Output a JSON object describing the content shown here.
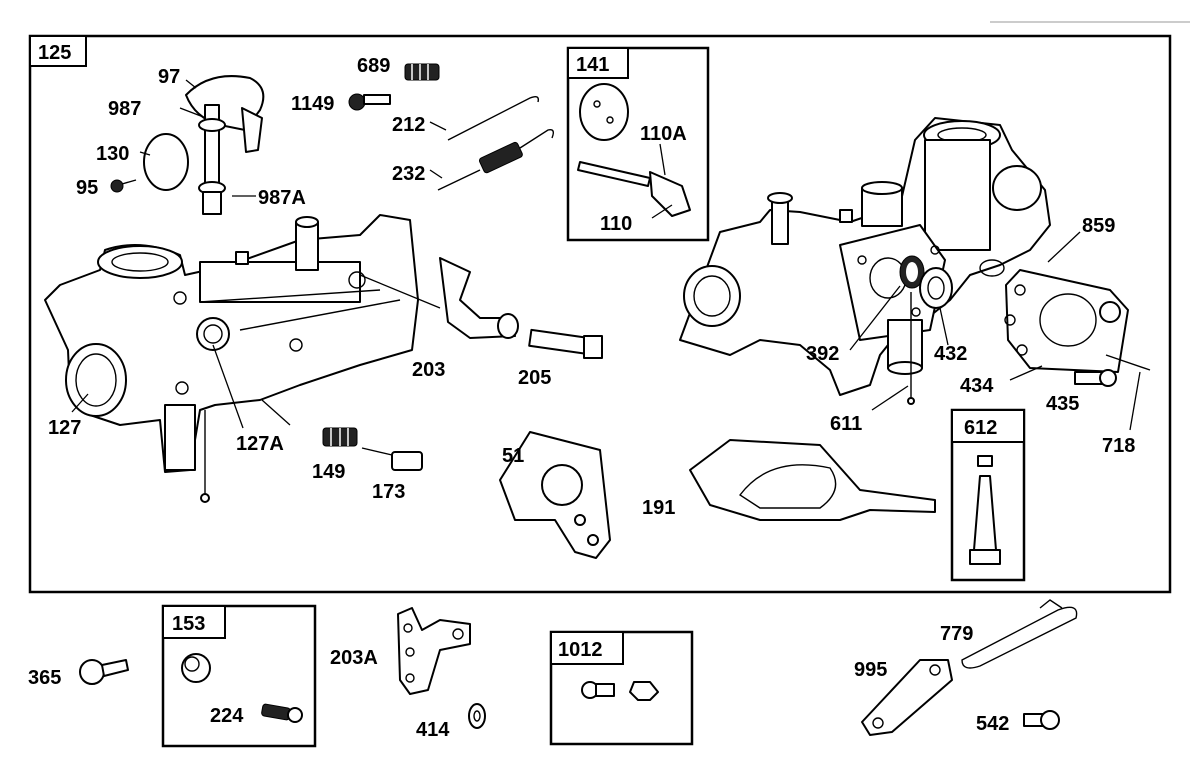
{
  "colors": {
    "line": "#000000",
    "background": "#ffffff"
  },
  "kits": {
    "main": "125",
    "throttle": "141",
    "needle": "612",
    "bushing": "153",
    "kit1012": "1012"
  },
  "labels": {
    "p97": "97",
    "p987": "987",
    "p130": "130",
    "p95": "95",
    "p987A": "987A",
    "p689": "689",
    "p1149": "1149",
    "p212": "212",
    "p232": "232",
    "p110A": "110A",
    "p110": "110",
    "p127": "127",
    "p127A": "127A",
    "p203": "203",
    "p205": "205",
    "p149": "149",
    "p173": "173",
    "p51": "51",
    "p191": "191",
    "p392": "392",
    "p432": "432",
    "p611": "611",
    "p859": "859",
    "p434": "434",
    "p435": "435",
    "p718": "718",
    "p365": "365",
    "p224": "224",
    "p203A": "203A",
    "p414": "414",
    "p779": "779",
    "p995": "995",
    "p542": "542"
  }
}
